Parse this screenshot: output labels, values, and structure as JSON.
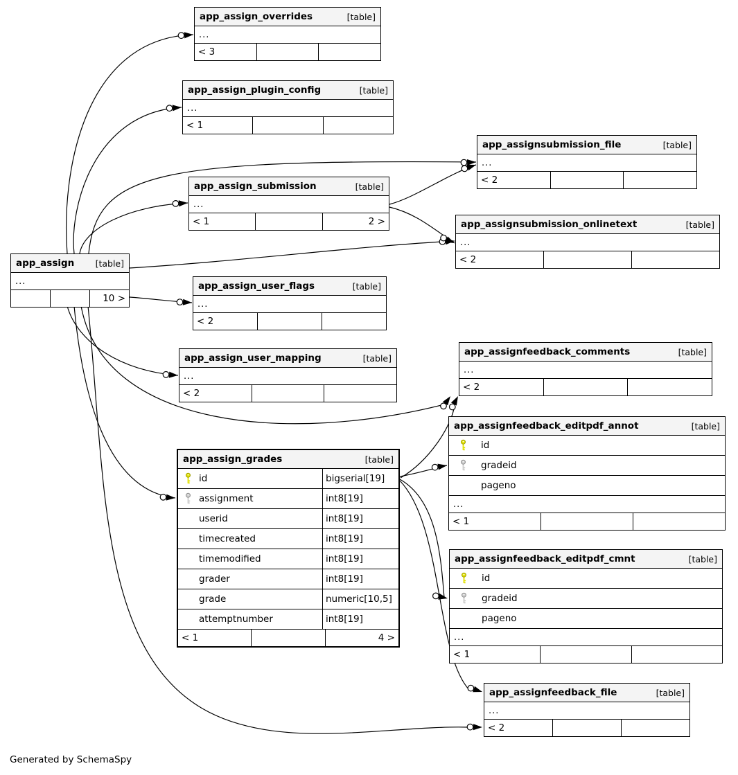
{
  "diagram": {
    "generator_note": "Generated by SchemaSpy",
    "ellipsis": "..."
  },
  "colors": {
    "background": "#ffffff",
    "border": "#000000",
    "header_bg": "#f4f4f4",
    "primary_key": "#e2e200",
    "primary_key_outline": "#9d9d00",
    "foreign_key": "#cccccc",
    "foreign_key_outline": "#8f8f8f"
  },
  "tables": [
    {
      "id": "app_assign_overrides",
      "name": "app_assign_overrides",
      "type_label": "[table]",
      "emphasized": false,
      "columns": [],
      "has_ellipsis": true,
      "footer": {
        "left": "< 3",
        "center": "",
        "right": ""
      }
    },
    {
      "id": "app_assign_plugin_config",
      "name": "app_assign_plugin_config",
      "type_label": "[table]",
      "emphasized": false,
      "columns": [],
      "has_ellipsis": true,
      "footer": {
        "left": "< 1",
        "center": "",
        "right": ""
      }
    },
    {
      "id": "app_assignsubmission_file",
      "name": "app_assignsubmission_file",
      "type_label": "[table]",
      "emphasized": false,
      "columns": [],
      "has_ellipsis": true,
      "footer": {
        "left": "< 2",
        "center": "",
        "right": ""
      }
    },
    {
      "id": "app_assign_submission",
      "name": "app_assign_submission",
      "type_label": "[table]",
      "emphasized": false,
      "columns": [],
      "has_ellipsis": true,
      "footer": {
        "left": "< 1",
        "center": "",
        "right": "2 >"
      }
    },
    {
      "id": "app_assignsubmission_onlinetext",
      "name": "app_assignsubmission_onlinetext",
      "type_label": "[table]",
      "emphasized": false,
      "columns": [],
      "has_ellipsis": true,
      "footer": {
        "left": "< 2",
        "center": "",
        "right": ""
      }
    },
    {
      "id": "app_assign",
      "name": "app_assign",
      "type_label": "[table]",
      "emphasized": false,
      "columns": [],
      "has_ellipsis": true,
      "footer": {
        "left": "",
        "center": "",
        "right": "10 >"
      }
    },
    {
      "id": "app_assign_user_flags",
      "name": "app_assign_user_flags",
      "type_label": "[table]",
      "emphasized": false,
      "columns": [],
      "has_ellipsis": true,
      "footer": {
        "left": "< 2",
        "center": "",
        "right": ""
      }
    },
    {
      "id": "app_assign_user_mapping",
      "name": "app_assign_user_mapping",
      "type_label": "[table]",
      "emphasized": false,
      "columns": [],
      "has_ellipsis": true,
      "footer": {
        "left": "< 2",
        "center": "",
        "right": ""
      }
    },
    {
      "id": "app_assignfeedback_comments",
      "name": "app_assignfeedback_comments",
      "type_label": "[table]",
      "emphasized": false,
      "columns": [],
      "has_ellipsis": true,
      "footer": {
        "left": "< 2",
        "center": "",
        "right": ""
      }
    },
    {
      "id": "app_assignfeedback_editpdf_annot",
      "name": "app_assignfeedback_editpdf_annot",
      "type_label": "[table]",
      "emphasized": false,
      "has_ellipsis": true,
      "columns": [
        {
          "name": "id",
          "key": "pk",
          "type": ""
        },
        {
          "name": "gradeid",
          "key": "fk",
          "type": ""
        },
        {
          "name": "pageno",
          "key": null,
          "type": ""
        }
      ],
      "footer": {
        "left": "< 1",
        "center": "",
        "right": ""
      }
    },
    {
      "id": "app_assign_grades",
      "name": "app_assign_grades",
      "type_label": "[table]",
      "emphasized": true,
      "has_ellipsis": false,
      "columns": [
        {
          "name": "id",
          "key": "pk",
          "type": "bigserial[19]"
        },
        {
          "name": "assignment",
          "key": "fk",
          "type": "int8[19]"
        },
        {
          "name": "userid",
          "key": null,
          "type": "int8[19]"
        },
        {
          "name": "timecreated",
          "key": null,
          "type": "int8[19]"
        },
        {
          "name": "timemodified",
          "key": null,
          "type": "int8[19]"
        },
        {
          "name": "grader",
          "key": null,
          "type": "int8[19]"
        },
        {
          "name": "grade",
          "key": null,
          "type": "numeric[10,5]"
        },
        {
          "name": "attemptnumber",
          "key": null,
          "type": "int8[19]"
        }
      ],
      "footer": {
        "left": "< 1",
        "center": "",
        "right": "4 >"
      }
    },
    {
      "id": "app_assignfeedback_editpdf_cmnt",
      "name": "app_assignfeedback_editpdf_cmnt",
      "type_label": "[table]",
      "emphasized": false,
      "has_ellipsis": true,
      "columns": [
        {
          "name": "id",
          "key": "pk",
          "type": ""
        },
        {
          "name": "gradeid",
          "key": "fk",
          "type": ""
        },
        {
          "name": "pageno",
          "key": null,
          "type": ""
        }
      ],
      "footer": {
        "left": "< 1",
        "center": "",
        "right": ""
      }
    },
    {
      "id": "app_assignfeedback_file",
      "name": "app_assignfeedback_file",
      "type_label": "[table]",
      "emphasized": false,
      "columns": [],
      "has_ellipsis": true,
      "footer": {
        "left": "< 2",
        "center": "",
        "right": ""
      }
    }
  ],
  "relationships": [
    {
      "from": "app_assign",
      "to": "app_assign_overrides"
    },
    {
      "from": "app_assign",
      "to": "app_assign_plugin_config"
    },
    {
      "from": "app_assign",
      "to": "app_assign_submission"
    },
    {
      "from": "app_assign",
      "to": "app_assignsubmission_file"
    },
    {
      "from": "app_assign_submission",
      "to": "app_assignsubmission_file"
    },
    {
      "from": "app_assign",
      "to": "app_assignsubmission_onlinetext"
    },
    {
      "from": "app_assign_submission",
      "to": "app_assignsubmission_onlinetext"
    },
    {
      "from": "app_assign",
      "to": "app_assign_user_flags"
    },
    {
      "from": "app_assign",
      "to": "app_assign_user_mapping"
    },
    {
      "from": "app_assign",
      "to": "app_assignfeedback_comments"
    },
    {
      "from": "app_assign_grades",
      "to": "app_assignfeedback_comments"
    },
    {
      "from": "app_assign",
      "to": "app_assign_grades"
    },
    {
      "from": "app_assign_grades",
      "to": "app_assignfeedback_editpdf_annot"
    },
    {
      "from": "app_assign_grades",
      "to": "app_assignfeedback_editpdf_cmnt"
    },
    {
      "from": "app_assign_grades",
      "to": "app_assignfeedback_file"
    },
    {
      "from": "app_assign",
      "to": "app_assignfeedback_file"
    }
  ]
}
